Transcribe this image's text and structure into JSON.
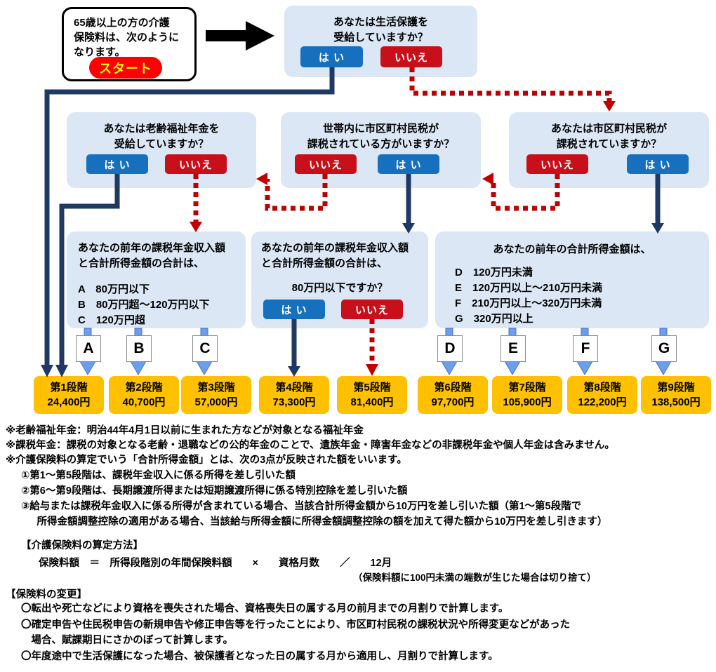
{
  "colors": {
    "panel_blue": "#DBE7F5",
    "yes_blue": "#1670BE",
    "no_red": "#C8101B",
    "connector_navy": "#1F3864",
    "connector_red": "#C00000",
    "tier_orange": "#FFC000",
    "letter_arrow_blue": "#6D9EEB",
    "start_pill_red": "#FF0000",
    "start_pill_text": "#FFFF00"
  },
  "start": {
    "text": "65歳以上の方の介護\n保険料は、次のように\nなります。",
    "button_label": "スタート"
  },
  "questions": {
    "q1": {
      "text": "あなたは生活保護を\n受給していますか？",
      "yes": "は い",
      "no": "いいえ"
    },
    "q2": {
      "text": "あなたは老齢福祉年金を\n受給していますか？",
      "yes": "は い",
      "no": "いいえ"
    },
    "q3": {
      "text": "世帯内に市区町村民税が\n課税されている方がいますか？",
      "yes": "は い",
      "no": "いいえ"
    },
    "q4": {
      "text": "あなたは市区町村民税が\n課税されていますか？",
      "yes": "は い",
      "no": "いいえ"
    }
  },
  "branch_abc": {
    "title": "あなたの前年の課税年金収入額\nと合計所得金額の合計は、",
    "options": [
      "A　80万円以下",
      "B　80万円超～120万円以下",
      "C　120万円超"
    ]
  },
  "branch_80": {
    "title": "あなたの前年の課税年金収入額\nと合計所得金額の合計は、",
    "question": "80万円以下ですか？",
    "yes": "は い",
    "no": "いいえ"
  },
  "branch_defg": {
    "title": "あなたの前年の合計所得金額は、",
    "options": [
      "D　120万円未満",
      "E　120万円以上～210万円未満",
      "F　210万円以上～320万円未満",
      "G　320万円以上"
    ]
  },
  "letters": [
    "A",
    "B",
    "C",
    "D",
    "E",
    "F",
    "G"
  ],
  "tiers": [
    {
      "label": "第1段階",
      "amount": "24,400円"
    },
    {
      "label": "第2段階",
      "amount": "40,700円"
    },
    {
      "label": "第3段階",
      "amount": "57,000円"
    },
    {
      "label": "第4段階",
      "amount": "73,300円"
    },
    {
      "label": "第5段階",
      "amount": "81,400円"
    },
    {
      "label": "第6段階",
      "amount": "97,700円"
    },
    {
      "label": "第7段階",
      "amount": "105,900円"
    },
    {
      "label": "第8段階",
      "amount": "122,200円"
    },
    {
      "label": "第9段階",
      "amount": "138,500円"
    }
  ],
  "notes": [
    "※老齢福祉年金：明治44年4月1日以前に生まれた方などが対象となる福祉年金",
    "※課税年金：課税の対象となる老齢・退職などの公的年金のことで、遺族年金・障害年金などの非課税年金や個人年金は含みません。",
    "※介護保険料の算定でいう「合計所得金額」とは、次の3点が反映された額をいいます。"
  ],
  "sub_notes": [
    "①第1～第5段階は、課税年金収入に係る所得を差し引いた額",
    "②第6～第9段階は、長期譲渡所得または短期譲渡所得に係る特別控除を差し引いた額",
    "③給与または課税年金収入に係る所得が含まれている場合、当該合計所得金額から10万円を差し引いた額（第1～第5段階で",
    "　所得金額調整控除の適用がある場合、当該給与所得金額に所得金額調整控除の額を加えて得た額から10万円を差し引きます）"
  ],
  "calc": {
    "heading": "【介護保険料の算定方法】",
    "formula": "保険料額　＝　所得段階別の年間保険料額　　×　　資格月数　　／　　12月",
    "note": "（保険料額に100円未満の端数が生じた場合は切り捨て）"
  },
  "change": {
    "heading": "【保険料の変更】",
    "items": [
      "〇転出や死亡などにより資格を喪失された場合、資格喪失日の属する月の前月までの月割りで計算します。",
      "〇確定申告や住民税申告の新規申告や修正申告等を行ったことにより、市区町村民税の課税状況や所得変更などがあった",
      "　場合、賦課期日にさかのぼって計算します。",
      "〇年度途中で生活保護になった場合、被保護者となった日の属する月から適用し、月割りで計算します。"
    ]
  }
}
